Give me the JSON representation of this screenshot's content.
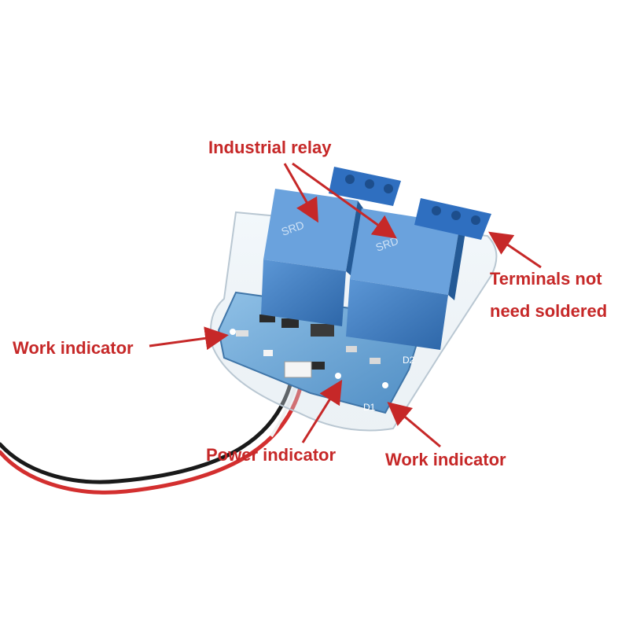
{
  "colors": {
    "annotation": "#c62828",
    "relay_blue": "#3f7fc6",
    "terminal_blue": "#2f6fc0",
    "pcb_blue": "#6aa6d6",
    "wire_red": "#d32f2f",
    "wire_black": "#1a1a1a"
  },
  "labels": {
    "industrial_relay": "Industrial relay",
    "terminals_line1": "Terminals not",
    "terminals_line2": "need soldered",
    "work_indicator_left": "Work indicator",
    "power_indicator": "Power indicator",
    "work_indicator_right": "Work indicator"
  },
  "board_silkscreen": {
    "label_d2": "D2",
    "label_d1": "D1"
  }
}
